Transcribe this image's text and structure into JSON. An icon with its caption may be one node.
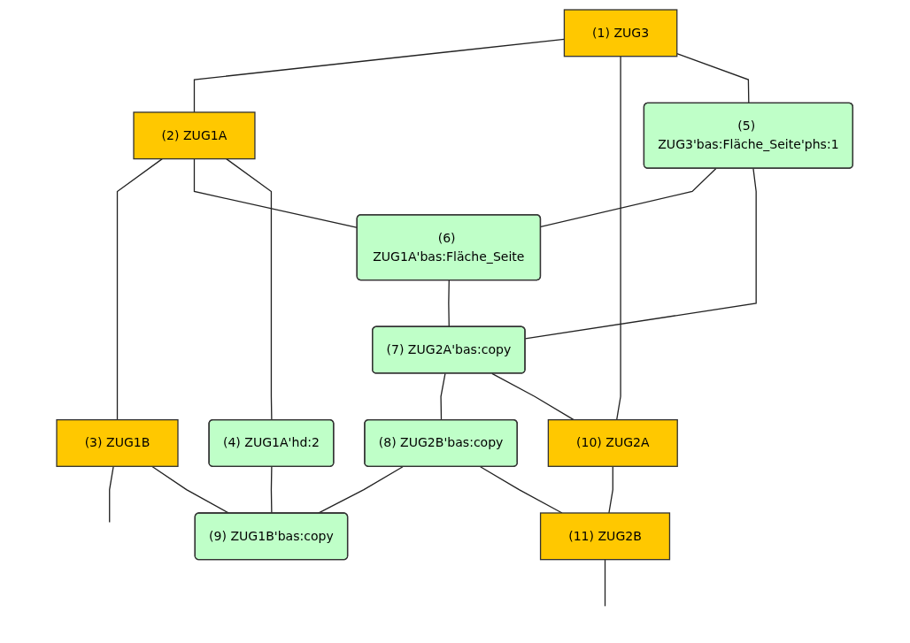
{
  "diagram": {
    "nodes": [
      {
        "text": [
          "(1) ZUG3"
        ]
      },
      {
        "text": [
          "(2) ZUG1A"
        ]
      },
      {
        "text": [
          "(3) ZUG1B"
        ]
      },
      {
        "text": [
          "(4) ZUG1A'hd:2"
        ]
      },
      {
        "text": [
          "(5) ZUG3'bas:Fläche_Seite'phs:1"
        ]
      },
      {
        "text": [
          "(6) ZUG1A'bas:Fläche_Seite"
        ]
      },
      {
        "text": [
          "(7) ZUG2A'bas:copy"
        ]
      },
      {
        "text": [
          "(8) ZUG2B'bas:copy"
        ]
      },
      {
        "text": [
          "(9) ZUG1B'bas:copy"
        ]
      },
      {
        "text": [
          "(10) ZUG2A"
        ]
      },
      {
        "text": [
          "(11) ZUG2B"
        ]
      }
    ],
    "edges": [
      {
        "from": 0,
        "to": 1,
        "arrow": "none"
      },
      {
        "from": 1,
        "to": 2,
        "arrow": "none"
      },
      {
        "from": 2,
        "to": null,
        "arrow": "none"
      },
      {
        "from": 0,
        "to": 9,
        "arrow": "none"
      },
      {
        "from": 0,
        "to": 4,
        "arrow": "none"
      },
      {
        "from": 1,
        "to": 5,
        "arrow": "none"
      },
      {
        "from": 1,
        "to": 3,
        "arrow": "none"
      },
      {
        "from": 3,
        "to": 8,
        "arrow": "none"
      },
      {
        "from": 2,
        "to": 8,
        "arrow": "none"
      },
      {
        "from": 4,
        "to": 5,
        "arrow": "none"
      },
      {
        "from": 4,
        "to": 6,
        "arrow": "none"
      },
      {
        "from": 5,
        "to": 6,
        "arrow": "none"
      },
      {
        "from": 6,
        "to": 7,
        "arrow": "none"
      },
      {
        "from": 7,
        "to": 8,
        "arrow": "none"
      },
      {
        "from": 6,
        "to": 9,
        "arrow": "none"
      },
      {
        "from": 7,
        "to": 10,
        "arrow": "none"
      },
      {
        "from": 9,
        "to": 10,
        "arrow": "none"
      },
      {
        "from": 10,
        "to": null,
        "arrow": "none"
      }
    ]
  }
}
